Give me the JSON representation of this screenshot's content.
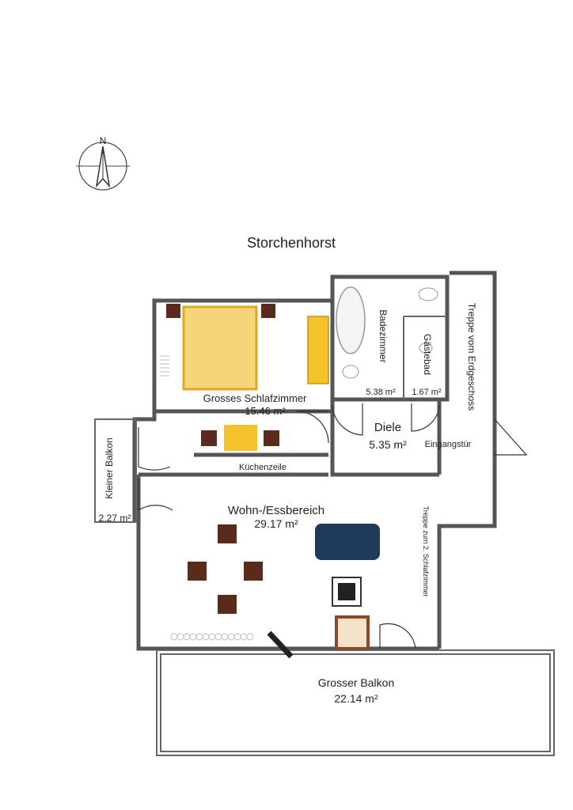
{
  "title": "Storchenhorst",
  "compass": {
    "north_label": "N",
    "icon": "compass-north-arrow"
  },
  "rooms": {
    "schlafzimmer": {
      "name": "Grosses Schlafzimmer",
      "area": "15.46 m²"
    },
    "badezimmer": {
      "name": "Badezimmer",
      "area": "5.38 m²"
    },
    "gaestebad": {
      "name": "Gästebad",
      "area": "1.67 m²"
    },
    "treppe_eg": {
      "name": "Treppe vom Erdgeschoss"
    },
    "diele": {
      "name": "Diele",
      "area": "5.35 m²"
    },
    "eingangstuer": {
      "name": "Eingangstür"
    },
    "kleiner_balkon": {
      "name": "Kleiner Balkon",
      "area": "2.27 m²"
    },
    "kuechenzeile": {
      "name": "Küchenzeile"
    },
    "wohnbereich": {
      "name": "Wohn-/Essbereich",
      "area": "29.17 m²"
    },
    "treppe_2": {
      "name": "Treppe zum 2. Schlafzimmer"
    },
    "grosser_balkon": {
      "name": "Grosser Balkon",
      "area": "22.14 m²"
    }
  },
  "colors": {
    "bed": "#f5d57a",
    "bed_frame": "#e0a820",
    "wardrobe": "#f4c22a",
    "table": "#f4c22a",
    "chair": "#5a2a1a",
    "sofa": "#1f3b5c",
    "wall": "#555555"
  }
}
